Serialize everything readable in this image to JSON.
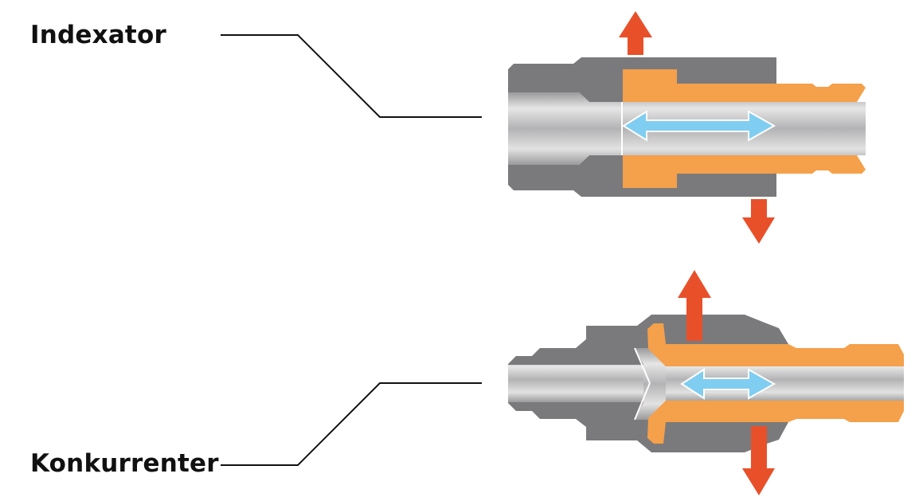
{
  "labels": {
    "top": "Indexator",
    "bottom": "Konkurrenter"
  },
  "colors": {
    "housing": "#7a7a7c",
    "insert": "#f5a04a",
    "force_arrow": "#e8502a",
    "flow_arrow": "#7fcdf1",
    "leader_line": "#111111"
  },
  "icons": {
    "force": "arrow-up-down",
    "flow": "double-headed-arrow"
  }
}
